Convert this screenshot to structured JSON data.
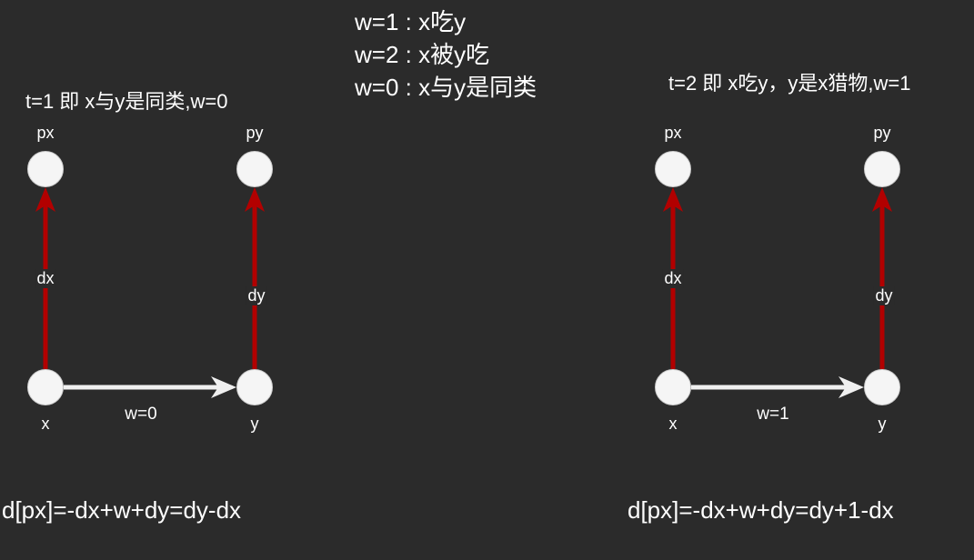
{
  "legend": [
    "w=1 : x吃y",
    "w=2 : x被y吃",
    "w=0 : x与y是同类"
  ],
  "colors": {
    "background": "#2b2b2b",
    "node_fill": "#f5f5f5",
    "node_stroke": "#cccccc",
    "parent_edge": "#b20000",
    "relation_edge": "#f0f0f0",
    "text": "#ffffff"
  },
  "diagrams": [
    {
      "title": "t=1 即 x与y是同类,w=0",
      "nodes": {
        "px": "px",
        "py": "py",
        "x": "x",
        "y": "y"
      },
      "edges": {
        "dx": "dx",
        "dy": "dy",
        "w": "w=0"
      },
      "formula": "d[px]=-dx+w+dy=dy-dx"
    },
    {
      "title": "t=2 即 x吃y，y是x猎物,w=1",
      "nodes": {
        "px": "px",
        "py": "py",
        "x": "x",
        "y": "y"
      },
      "edges": {
        "dx": "dx",
        "dy": "dy",
        "w": "w=1"
      },
      "formula": "d[px]=-dx+w+dy=dy+1-dx"
    }
  ]
}
